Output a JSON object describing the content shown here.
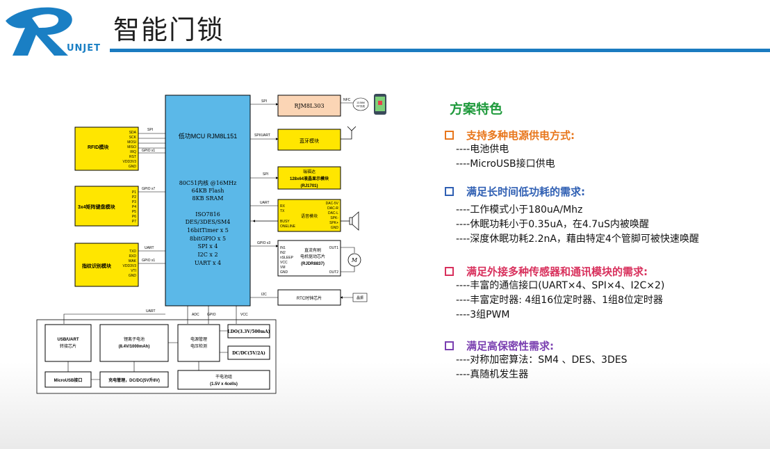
{
  "header": {
    "title": "智能门锁",
    "logo_text": "UNJET"
  },
  "diagram": {
    "mcu": {
      "title": "低功MCU RJM8L151",
      "specs": [
        "80C51内核 @16MHz",
        "64KB Flash",
        "8KB SRAM"
      ],
      "features": [
        "ISO7816",
        "DES/3DES/SM4",
        "16bitTimer x 5",
        "8bitGPIO x 5",
        "SPI x 4",
        "I2C x 2",
        "UART x 4"
      ],
      "bottom_labels": [
        "ADC",
        "GPIO",
        "VCC"
      ]
    },
    "rfid": {
      "label": "RFID模块",
      "pins": [
        "SDA",
        "SCK",
        "MOSI",
        "MISO",
        "IRQ",
        "RST",
        "VDD3V3",
        "GND"
      ],
      "link_spi": "SPI",
      "link_gpio": "GPIO x1"
    },
    "keypad": {
      "label": "3x4矩阵键盘模块",
      "pins": [
        "P1",
        "P2",
        "P3",
        "P4",
        "P5",
        "P6",
        "P7"
      ],
      "link": "GPIO x7"
    },
    "fingerprint": {
      "label": "指纹识别模块",
      "pins": [
        "TXD",
        "RXD",
        "WAK",
        "VDD3V3",
        "VTI",
        "GND"
      ],
      "link_uart": "UART",
      "link_gpio": "GPIO x1"
    },
    "nfc_chip": {
      "label": "RJM8L303",
      "link": "SPI",
      "nfc": "NFC",
      "tag": [
        "13.56M",
        "RF天线"
      ]
    },
    "bluetooth": {
      "label": "蓝牙模块",
      "link": "SPI/UART"
    },
    "lcd": {
      "lines": [
        "瑞福达",
        "128x64液晶显示模块",
        "(RJ1701)"
      ],
      "link": "SPI"
    },
    "voice": {
      "label": "语音模块",
      "left_pins": [
        "RX",
        "TX",
        "BUSY",
        "ONELINE"
      ],
      "right_pins": [
        "DAC-5V",
        "DAC-R",
        "DAC-L",
        "SPK-",
        "SPK+",
        "GND"
      ],
      "link": "UART"
    },
    "motor": {
      "lines": [
        "直流有刷",
        "电机驱动芯片",
        "(RJDR8837)"
      ],
      "left_pins": [
        "IN1",
        "IN2",
        "nSLEEP",
        "VCC",
        "VM",
        "GND"
      ],
      "out1": "OUT1",
      "out2": "OUT2",
      "link": "GPIO x3",
      "motor_symbol": "M"
    },
    "rtc": {
      "label": "RTC时钟芯片",
      "link": "I2C",
      "crystal": "晶振"
    },
    "power": {
      "uart_label": "UART",
      "usb_uart": [
        "USB/UART",
        "转接芯片"
      ],
      "battery": [
        "锂离子电池",
        "(8.4V/1000mAh)"
      ],
      "pmu": [
        "电源管理",
        "电压检测"
      ],
      "ldo": "LDO(3.3V/500mA)",
      "dcdc": "DC/DC(5V/2A)",
      "microusb": "MicroUSB接口",
      "charger": "充电管理，DC/DC(5V升8V)",
      "dry_battery": [
        "干电池组",
        "(1.5V x 4cells)"
      ]
    }
  },
  "features": {
    "title": "方案特色",
    "sections": [
      {
        "heading": "支持多种电源供电方式:",
        "items": [
          "----电池供电",
          "----MicroUSB接口供电"
        ]
      },
      {
        "heading": "满足长时间低功耗的需求:",
        "items": [
          "----工作模式小于180uA/Mhz",
          "----休眠功耗小于0.35uA，在4.7uS内被唤醒",
          "----深度休眠功耗2.2nA，藉由特定4个管脚可被快速唤醒"
        ]
      },
      {
        "heading": "满足外接多种传感器和通讯模块的需求:",
        "items": [
          "----丰富的通信接口(UART×4、SPI×4、I2C×2)",
          "----丰富定时器: 4组16位定时器、1组8位定时器",
          "----3组PWM"
        ]
      },
      {
        "heading": "满足高保密性需求:",
        "items": [
          "----对称加密算法：SM4 、DES、3DES",
          "----真随机发生器"
        ]
      }
    ]
  }
}
